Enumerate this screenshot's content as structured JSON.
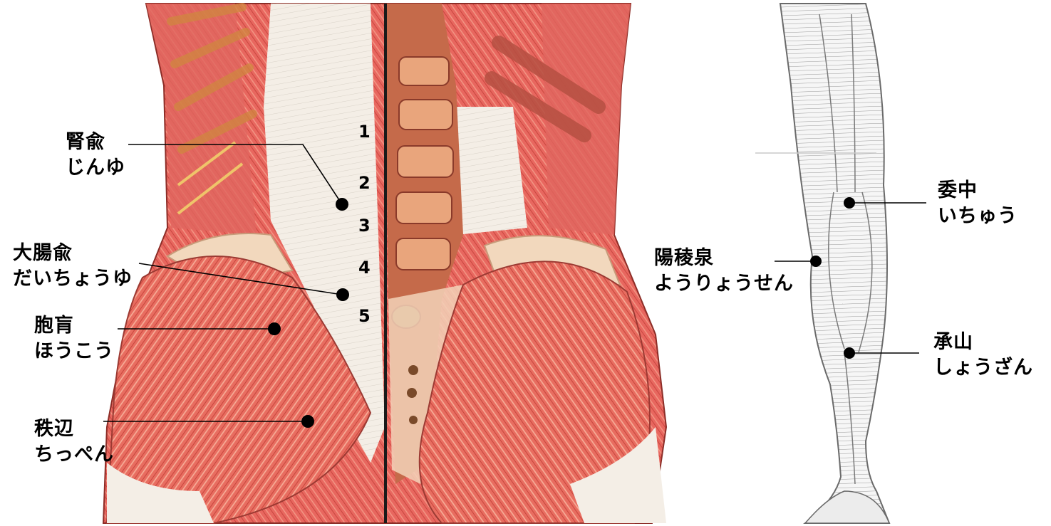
{
  "vertebrae": [
    "1",
    "2",
    "3",
    "4",
    "5"
  ],
  "points": [
    {
      "kanji": "腎兪",
      "kana": "じんゆ"
    },
    {
      "kanji": "大腸兪",
      "kana": "だいちょうゆ"
    },
    {
      "kanji": "胞肓",
      "kana": "ほうこう"
    },
    {
      "kanji": "秩辺",
      "kana": "ちっぺん"
    },
    {
      "kanji": "陽稜泉",
      "kana": "ようりょうせん"
    },
    {
      "kanji": "委中",
      "kana": "いちゅう"
    },
    {
      "kanji": "承山",
      "kana": "しょうざん"
    }
  ],
  "colors": {
    "muscle": "#e8675f",
    "muscle_light": "#f3a08a",
    "fascia": "#f4eee6",
    "leg_line": "#7a7a7a",
    "marker": "#000000"
  }
}
